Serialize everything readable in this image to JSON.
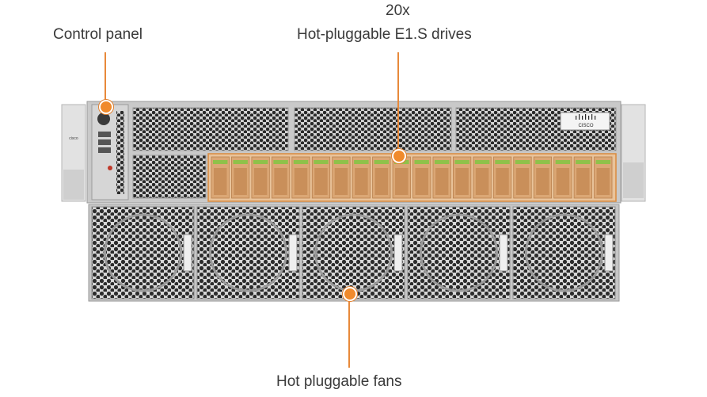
{
  "callouts": {
    "drive_count": "20x",
    "drives": "Hot-pluggable E1.S drives",
    "control_panel": "Control panel",
    "fans": "Hot pluggable fans"
  },
  "server": {
    "logo_text": "CISCO",
    "drive_bays": 20,
    "fans": 5
  },
  "colors": {
    "accent": "#f08a2c",
    "drive_highlight": "#e9c39a",
    "drive_latch": "#8fc14a",
    "chassis": "#c9c9c9"
  }
}
